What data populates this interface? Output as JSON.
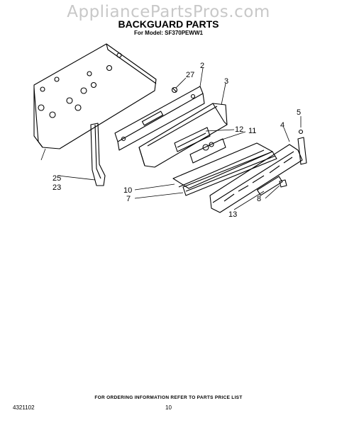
{
  "watermark": "AppliancePartsPros.com",
  "title": "BACKGUARD PARTS",
  "model_line": "For Model: SF370PEWW1",
  "footer": {
    "ordering_info": "FOR ORDERING INFORMATION REFER TO PARTS PRICE LIST",
    "doc_number": "4321102",
    "page_number": "10"
  },
  "callouts": {
    "c2": "2",
    "c27": "27",
    "c3": "3",
    "c12": "12",
    "c11": "11",
    "c5": "5",
    "c4": "4",
    "c25": "25",
    "c23": "23",
    "c10": "10",
    "c7": "7",
    "c8": "8",
    "c13": "13"
  }
}
